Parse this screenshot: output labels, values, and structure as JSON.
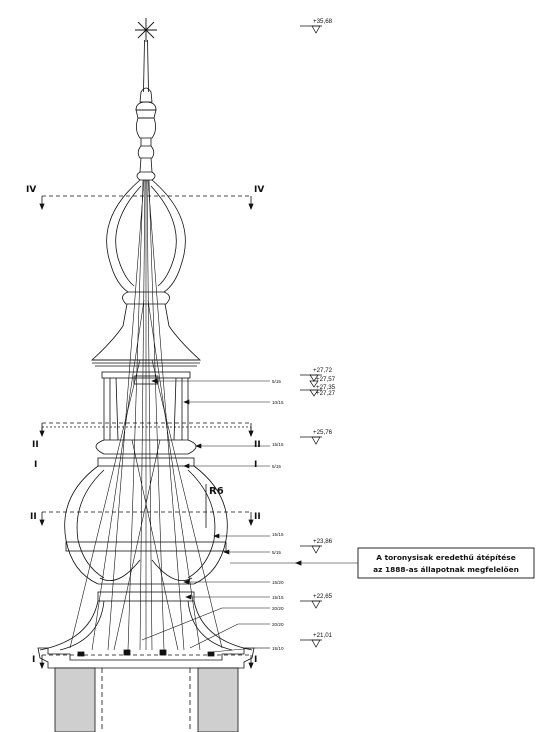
{
  "levels": [
    "+35,68",
    "+27,72",
    "+27,57",
    "+27,35",
    "+27,27",
    "+25,76",
    "+23,86",
    "+22,65",
    "+21,01"
  ],
  "sections": {
    "iv_left": "IV",
    "iv_right": "IV",
    "ii_upper_left": "II",
    "ii_upper_right": "II",
    "i_small_left": "I",
    "i_small_right": "I",
    "ii_lower_left": "II",
    "ii_lower_right": "II",
    "i_bottom_left": "I",
    "i_bottom_right": "I"
  },
  "members": [
    "5/15",
    "10/15",
    "15/15",
    "5/15",
    "15/15",
    "5/15",
    "15/20",
    "15/15",
    "20/20",
    "20/20",
    "15/10"
  ],
  "radius_label": "R6",
  "note": {
    "line1": "A toronysisak eredethű átépítése",
    "line2": "az 1888-as állapotnak megfelelően"
  }
}
